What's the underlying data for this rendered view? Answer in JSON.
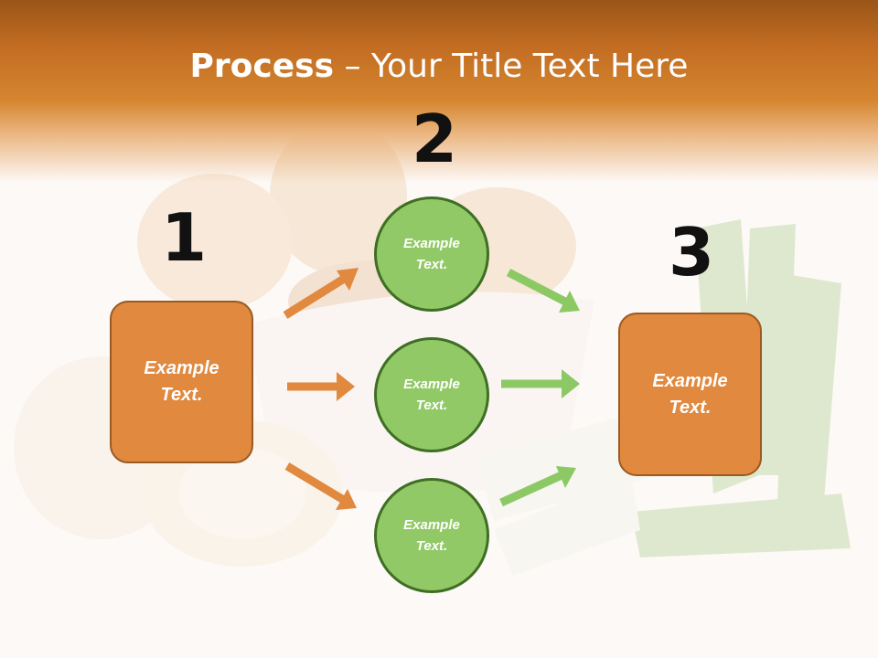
{
  "title": {
    "bold": "Process",
    "rest": " – Your Title Text Here"
  },
  "steps": [
    {
      "number": "1",
      "box_text": "Example\nText."
    },
    {
      "number": "2",
      "circles": [
        "Example\nText.",
        "Example\nText.",
        "Example\nText."
      ]
    },
    {
      "number": "3",
      "box_text": "Example\nText."
    }
  ],
  "colors": {
    "orange": "#e0893f",
    "green": "#92c967",
    "green_border": "#3f6e24",
    "orange_arrow": "#e0893f",
    "green_arrow": "#8cc965"
  }
}
